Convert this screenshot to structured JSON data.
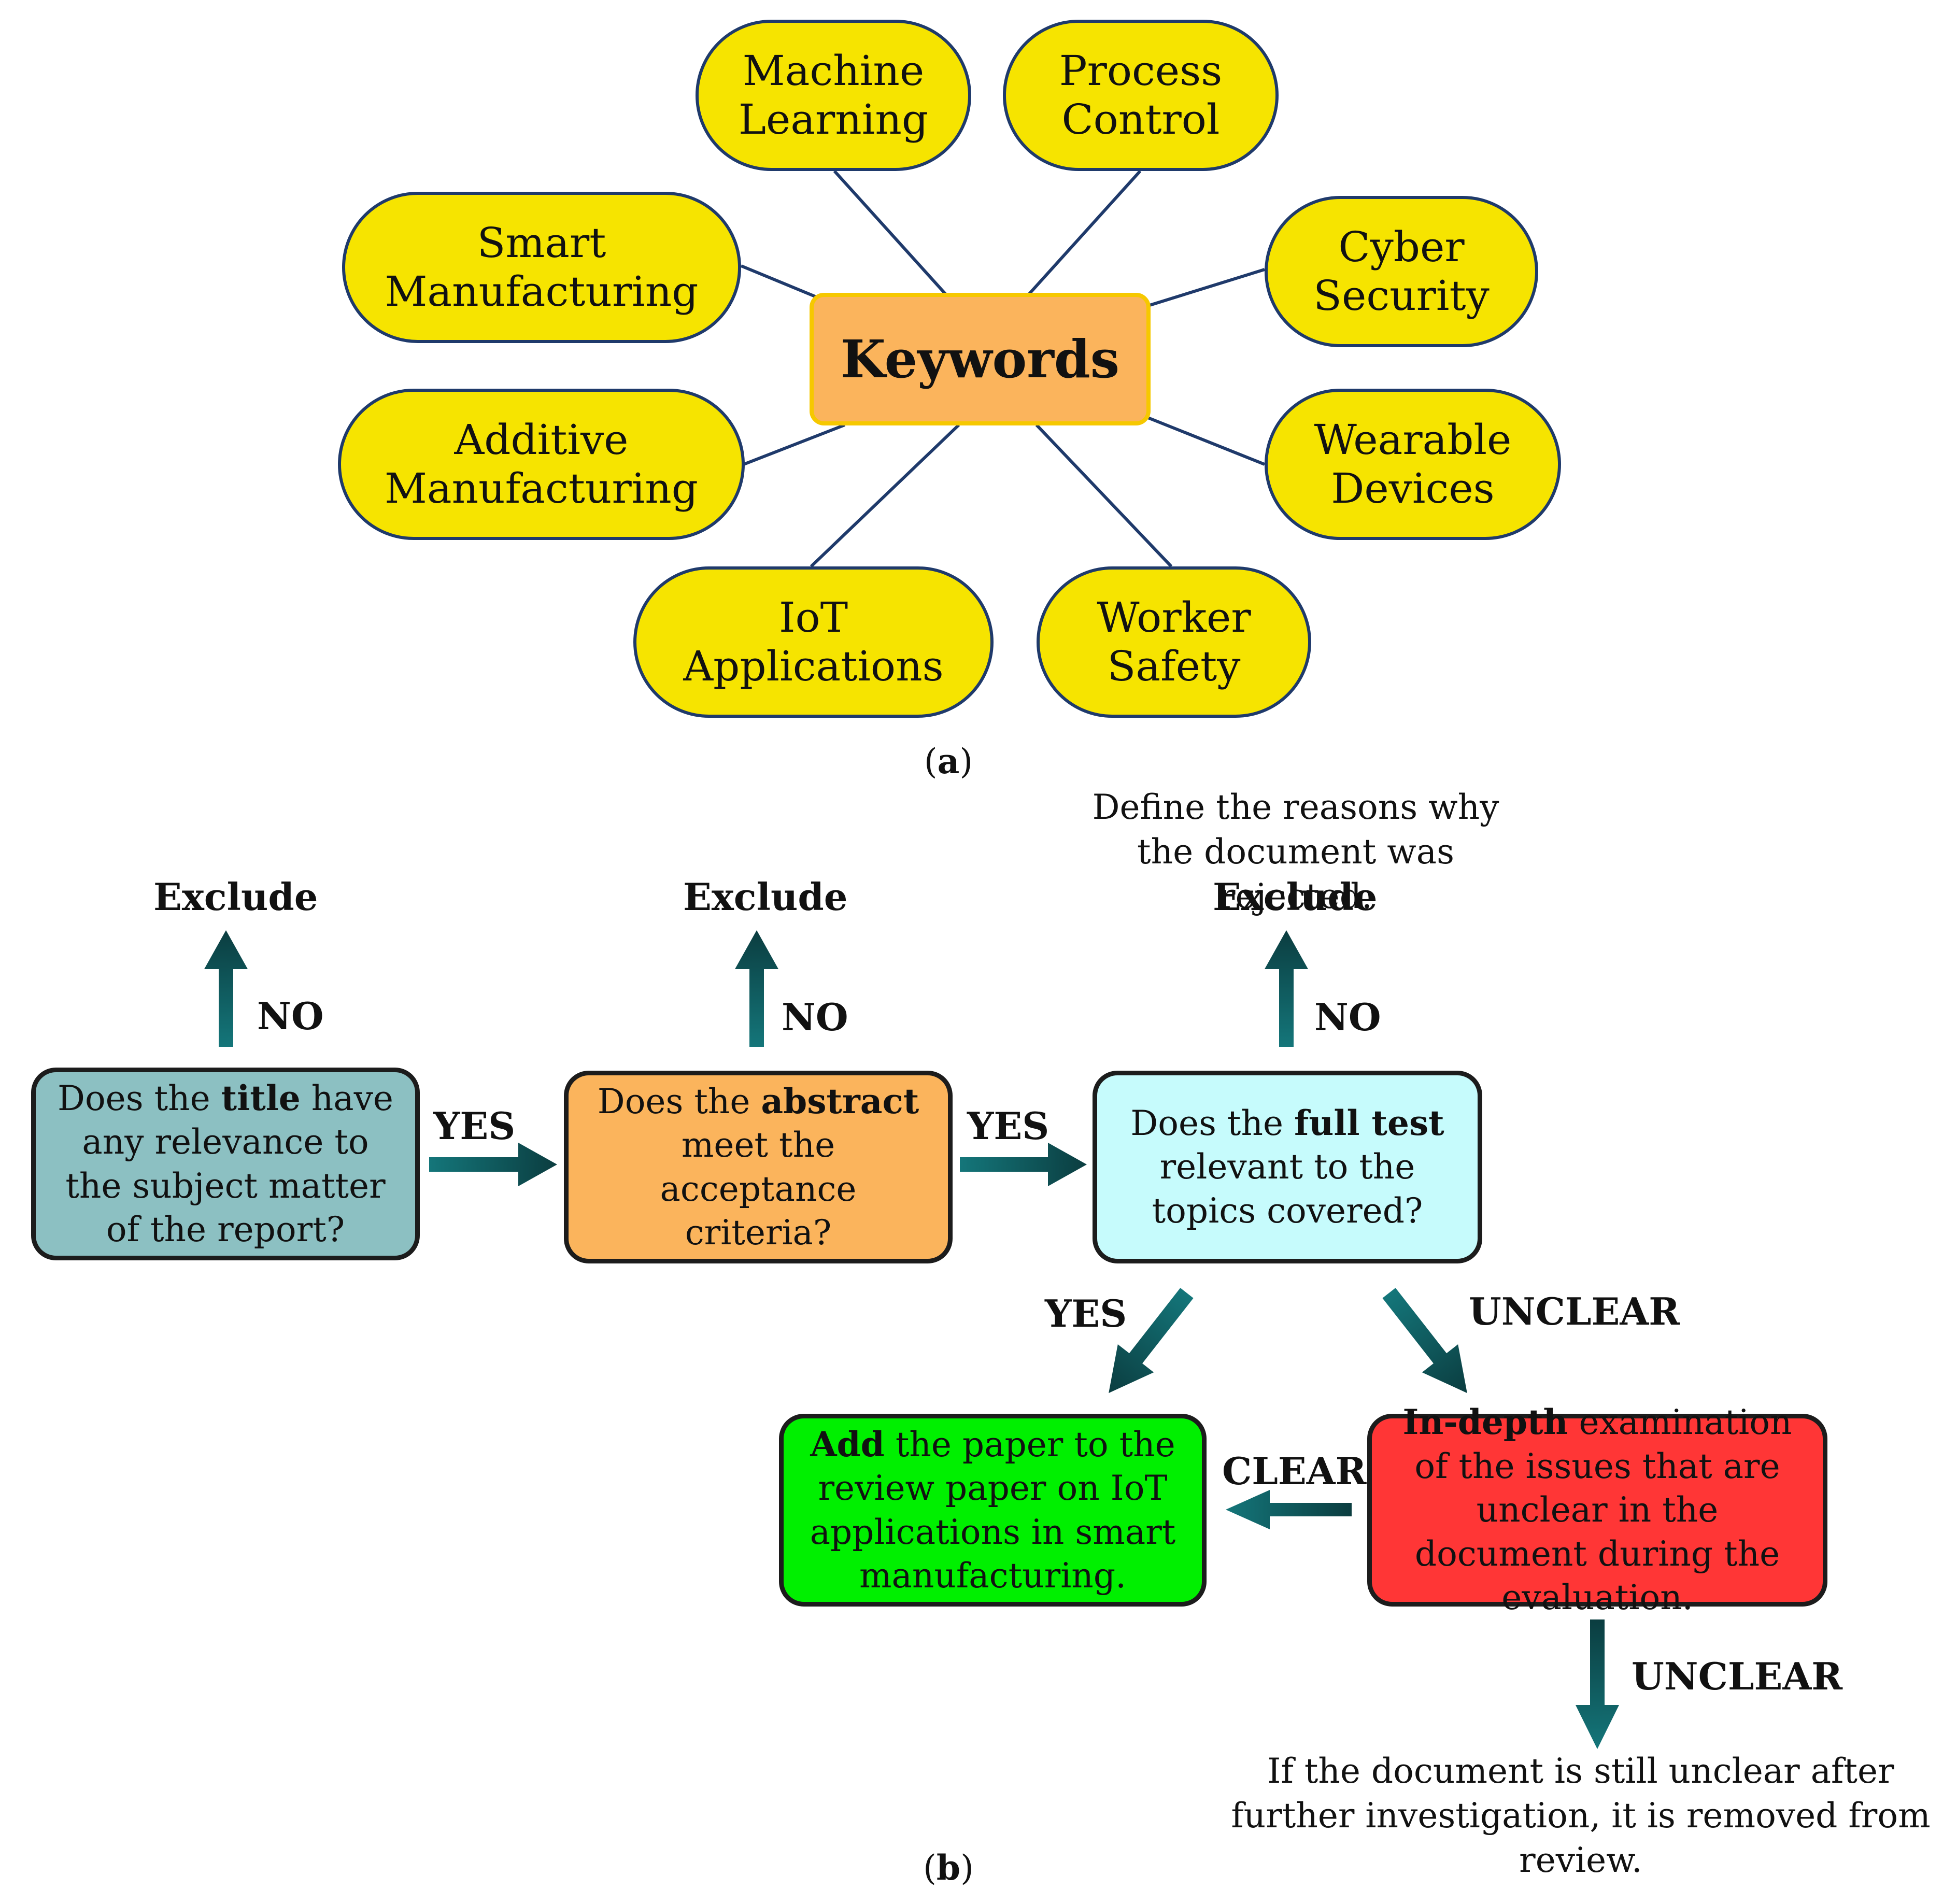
{
  "part_a": {
    "center": "Keywords",
    "keywords": [
      "Machine\nLearning",
      "Process\nControl",
      "Smart\nManufacturing",
      "Cyber\nSecurity",
      "Additive\nManufacturing",
      "Wearable\nDevices",
      "IoT\nApplications",
      "Worker\nSafety"
    ],
    "caption_letter": "a"
  },
  "part_b": {
    "boxes": {
      "title_q": {
        "pre": "Does the ",
        "bold": "title",
        "post": " have any relevance to the subject matter of the report?"
      },
      "abstract_q": {
        "pre": "Does the ",
        "bold": "abstract",
        "post": " meet the acceptance criteria?"
      },
      "fulltext_q": {
        "pre": "Does the ",
        "bold": "full test",
        "post": " relevant to the topics covered?"
      },
      "add": {
        "pre": "",
        "bold": "Add",
        "post": " the paper to the review paper on IoT applications in smart manufacturing."
      },
      "indepth": {
        "pre": "",
        "bold": "In-depth",
        "post": " examination of the issues that are unclear in the document during the evaluation."
      }
    },
    "labels": {
      "exclude": "Exclude",
      "no": "NO",
      "yes": "YES",
      "unclear": "UNCLEAR",
      "clear": "CLEAR"
    },
    "notes": {
      "reject_reason": "Define the reasons why the document was rejected.",
      "removed": "If the document is still unclear after further investigation, it is removed from review."
    },
    "caption_letter": "b"
  },
  "colors": {
    "keyword_fill": "#f6e400",
    "keyword_border": "#1f3a6b",
    "center_fill": "#fbb45c",
    "box_title": "#8cc0c2",
    "box_abstract": "#fbb45c",
    "box_fulltext": "#c6fbfc",
    "box_add": "#00f000",
    "box_indepth": "#ff3636",
    "arrow": "#0e5e62"
  }
}
